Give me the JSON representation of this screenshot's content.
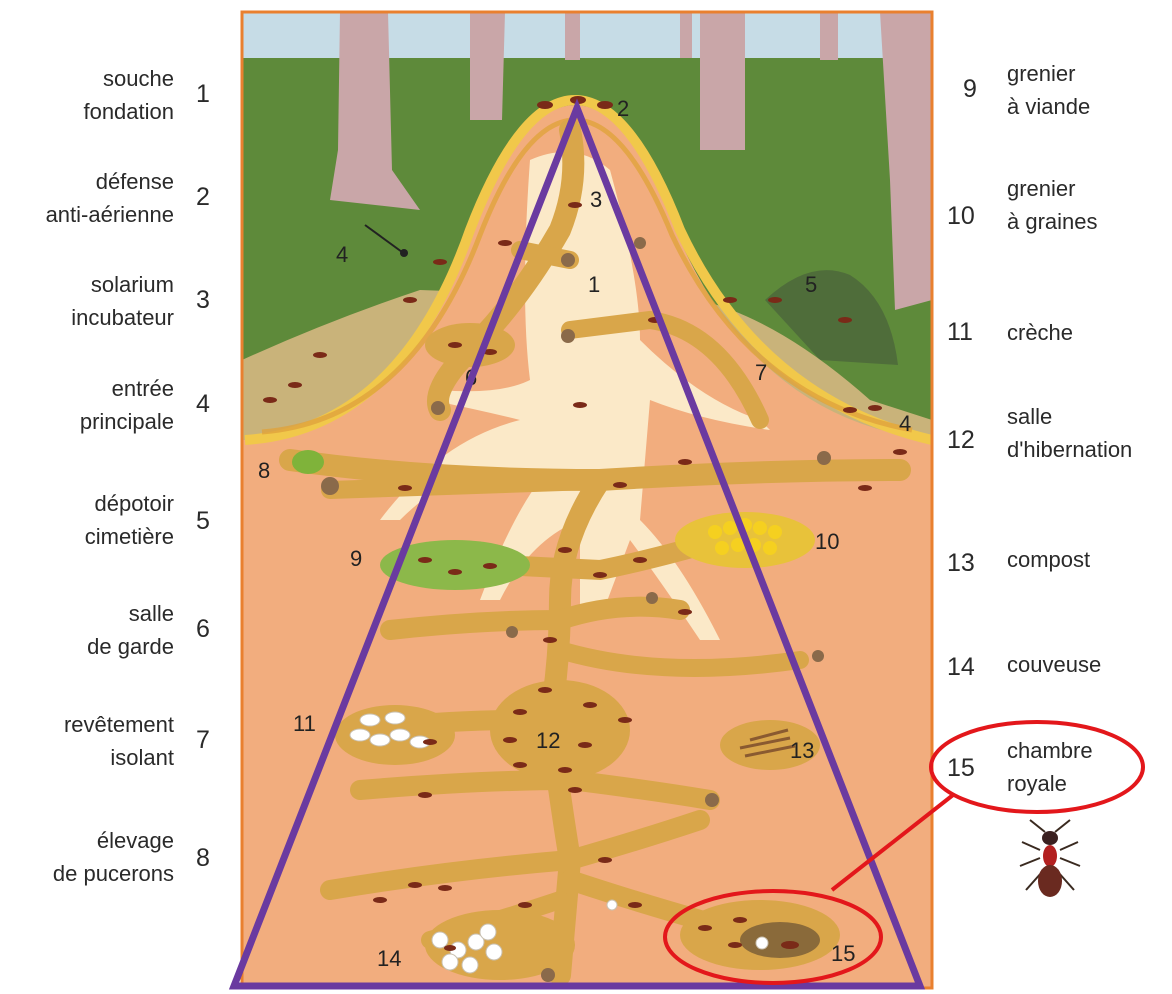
{
  "legend_left": [
    {
      "num": "1",
      "lines": [
        "souche",
        "fondation"
      ]
    },
    {
      "num": "2",
      "lines": [
        "défense",
        "anti-aérienne"
      ]
    },
    {
      "num": "3",
      "lines": [
        "solarium",
        "incubateur"
      ]
    },
    {
      "num": "4",
      "lines": [
        "entrée",
        "principale"
      ]
    },
    {
      "num": "5",
      "lines": [
        "dépotoir",
        "cimetière"
      ]
    },
    {
      "num": "6",
      "lines": [
        "salle",
        "de garde"
      ]
    },
    {
      "num": "7",
      "lines": [
        "revêtement",
        "isolant"
      ]
    },
    {
      "num": "8",
      "lines": [
        "élevage",
        "de pucerons"
      ]
    }
  ],
  "legend_right": [
    {
      "num": "9",
      "lines": [
        "grenier",
        "à viande"
      ]
    },
    {
      "num": "10",
      "lines": [
        "grenier",
        "à graines"
      ]
    },
    {
      "num": "11",
      "lines": [
        "crèche"
      ]
    },
    {
      "num": "12",
      "lines": [
        "salle",
        "d'hibernation"
      ]
    },
    {
      "num": "13",
      "lines": [
        "compost"
      ]
    },
    {
      "num": "14",
      "lines": [
        "couveuse"
      ]
    },
    {
      "num": "15",
      "lines": [
        "chambre",
        "royale"
      ]
    }
  ],
  "map_numbers": {
    "n1": "1",
    "n2": "2",
    "n3": "3",
    "n4a": "4",
    "n4b": "4",
    "n5": "5",
    "n6": "6",
    "n7": "7",
    "n8": "8",
    "n9": "9",
    "n10": "10",
    "n11": "11",
    "n12": "12",
    "n13": "13",
    "n14": "14",
    "n15": "15"
  },
  "colors": {
    "sky": "#c6dce6",
    "forest": "#5e8a3a",
    "soil": "#f2ad7e",
    "tunnel": "#d9a64a",
    "roots": "#fbe9c8",
    "frame": "#e9802f",
    "triangle": "#6a3aa0",
    "highlight": "#e3171b"
  }
}
